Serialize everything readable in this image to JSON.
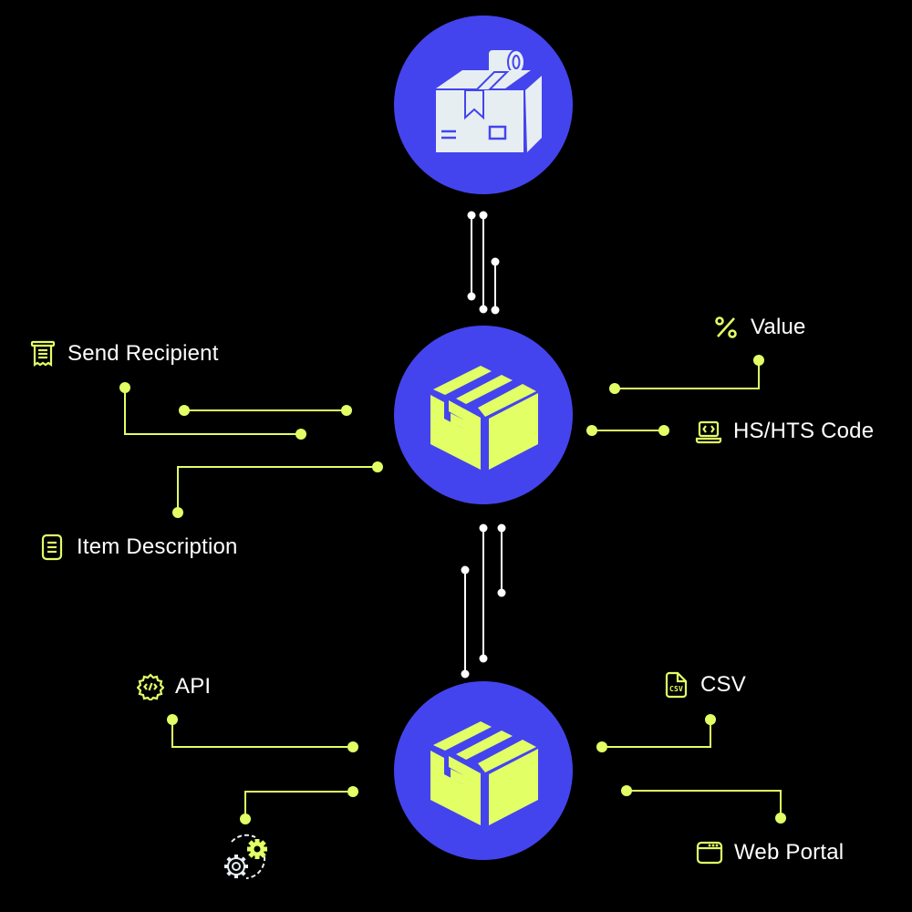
{
  "colors": {
    "background": "#000000",
    "node_fill": "#4444ee",
    "accent": "#e2ff66",
    "connector_white": "#ffffff",
    "text": "#ffffff",
    "top_icon": "#e6eef2"
  },
  "nodes": [
    {
      "id": "top",
      "icon": "package-tape-icon"
    },
    {
      "id": "middle",
      "icon": "package-icon"
    },
    {
      "id": "bottom",
      "icon": "package-icon"
    }
  ],
  "labels": {
    "send_recipient": {
      "text": "Send Recipient",
      "icon": "receipt-icon"
    },
    "item_description": {
      "text": "Item Description",
      "icon": "document-icon"
    },
    "value": {
      "text": "Value",
      "icon": "percent-icon"
    },
    "hs_hts_code": {
      "text": "HS/HTS Code",
      "icon": "laptop-code-icon"
    },
    "api": {
      "text": "API",
      "icon": "code-gear-icon"
    },
    "csv": {
      "text": "CSV",
      "icon": "csv-file-icon",
      "icon_text": "CSV"
    },
    "web_portal": {
      "text": "Web Portal",
      "icon": "browser-window-icon"
    },
    "integration": {
      "icon": "gears-sync-icon"
    }
  }
}
